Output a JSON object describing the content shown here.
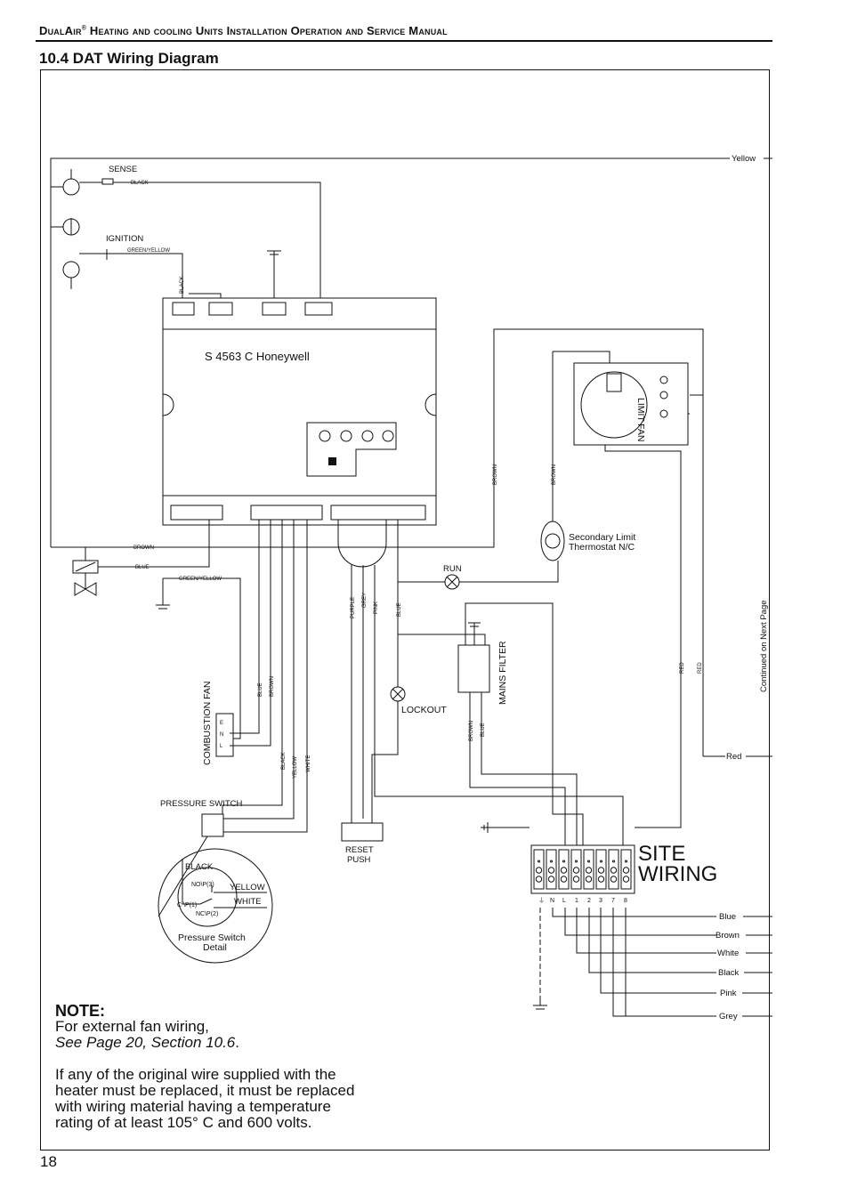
{
  "header": {
    "brand": "DualAir",
    "reg": "®",
    "rest": " Heating and cooling Units Installation Operation and Service Manual"
  },
  "section_title": "10.4 DAT Wiring Diagram",
  "page_number": "18",
  "diagram": {
    "controller": "S 4563 C Honeywell",
    "sense": "SENSE",
    "ignition": "IGNITION",
    "combustion_fan": "COMBUSTION FAN",
    "fan_terminals": [
      "E",
      "N",
      "L"
    ],
    "pressure_switch": "PRESSURE SWITCH",
    "pressure_detail": {
      "title_1": "Pressure Switch",
      "title_2": "Detail",
      "black": "BLACK",
      "yellow": "YELLOW",
      "white": "WHITE",
      "no": "NO\\P(3)",
      "c": "C \\P(1)",
      "nc": "NC\\P(2)"
    },
    "reset_1": "RESET",
    "reset_2": "PUSH",
    "run": "RUN",
    "lockout": "LOCKOUT",
    "mains_filter": "MAINS FILTER",
    "limit": "LIMIT",
    "fan": "FAN",
    "secondary_limit_1": "Secondary Limit",
    "secondary_limit_2": "Thermostat N/C",
    "site_wiring_1": "SITE",
    "site_wiring_2": "WIRING",
    "continued": "Continued on Next Page",
    "terminal_labels": [
      "⏚",
      "N",
      "L",
      "1",
      "2",
      "3",
      "7",
      "8"
    ],
    "wire_labels": {
      "black": "BLACK",
      "green_yellow": "GREEN/YELLOW",
      "brown": "BROWN",
      "blue": "BLUE",
      "white": "WHITE",
      "yellow": "YELLOW",
      "purple": "PURPLE",
      "grey": "GREY",
      "pink": "PINK",
      "red": "RED"
    },
    "external": {
      "yellow": "Yellow",
      "red": "Red",
      "blue": "Blue",
      "brown": "Brown",
      "white": "White",
      "black": "Black",
      "pink": "Pink",
      "grey": "Grey"
    }
  },
  "note": {
    "heading": "NOTE:",
    "line1": "For external fan wiring,",
    "line2": "See Page 20, Section 10.6",
    "line2_end": ".",
    "para": [
      "If any of the original wire supplied with the",
      "heater must be replaced, it must be replaced",
      "with wiring material having a temperature",
      "rating of at least 105° C and 600 volts."
    ]
  }
}
